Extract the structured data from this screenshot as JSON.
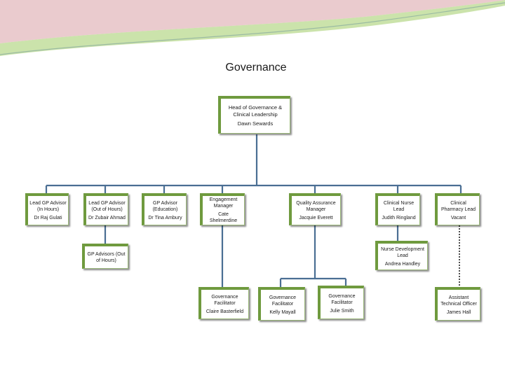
{
  "title": "Governance",
  "colors": {
    "node_border": "#6f9a3e",
    "connector": "#4a6e93",
    "banner_red": "#d9a0a6",
    "banner_green": "#b9d98f"
  },
  "head": {
    "role": "Head of Governance & Clinical Leadership",
    "name": "Dawn Sewards"
  },
  "nodes": [
    {
      "role": "Lead GP Advisor (In Hours)",
      "name": "Dr Raj Gulati"
    },
    {
      "role": "Lead GP Advisor (Out of Hours)",
      "name": "Dr Zubair Ahmad"
    },
    {
      "role": "GP Advisor (Education)",
      "name": "Dr Tina Ambury"
    },
    {
      "role": "Engagement Manager",
      "name": "Cate Shelmerdine"
    },
    {
      "role": "Quality Assurance Manager",
      "name": "Jacquie Everett"
    },
    {
      "role": "Clinical Nurse Lead",
      "name": "Judith Ringland"
    },
    {
      "role": "Clinical Pharmacy Lead",
      "name": "Vacant"
    },
    {
      "role": "GP Advisors (Out of Hours)",
      "name": ""
    },
    {
      "role": "Nurse Development Lead",
      "name": "Andrea Handley"
    },
    {
      "role": "Governance Facilitator",
      "name": "Claire Basterfield"
    },
    {
      "role": "Governance Facilitator",
      "name": "Kelly Mayall"
    },
    {
      "role": "Governance Facilitator",
      "name": "Julie Smith"
    },
    {
      "role": "Assistant Technical Officer",
      "name": "James Hall"
    }
  ]
}
